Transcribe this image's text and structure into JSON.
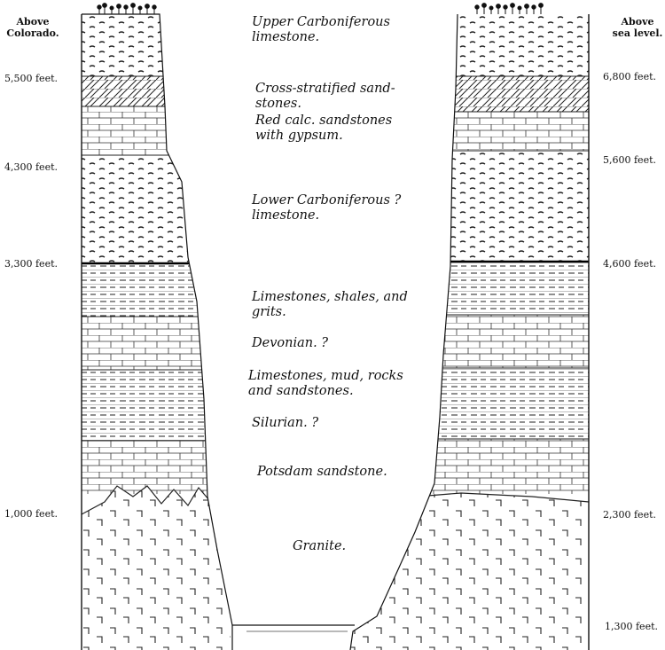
{
  "headers": {
    "left": "Above Colorado.",
    "right": "Above sea level."
  },
  "elevations": {
    "left": [
      "5,500 feet.",
      "4,300 feet.",
      "3,300 feet.",
      "1,000 feet."
    ],
    "right": [
      "6,800 feet.",
      "5,600 feet.",
      "4,600 feet.",
      "2,300 feet.",
      "1,300 feet."
    ]
  },
  "strata": [
    {
      "line1": "Upper Carboniferous",
      "line2": "limestone."
    },
    {
      "line1": "Cross-stratified sand-",
      "line2": "stones."
    },
    {
      "line1": "Red calc. sandstones",
      "line2": "with gypsum."
    },
    {
      "line1": "Lower Carboniferous ?",
      "line2": "limestone."
    },
    {
      "line1": "Limestones, shales, and",
      "line2": "grits."
    },
    {
      "line1": "Devonian. ?",
      "line2": ""
    },
    {
      "line1": "Limestones, mud, rocks",
      "line2": "and sandstones."
    },
    {
      "line1": "Silurian. ?",
      "line2": ""
    },
    {
      "line1": "Potsdam sandstone.",
      "line2": ""
    },
    {
      "line1": "Granite.",
      "line2": ""
    }
  ]
}
